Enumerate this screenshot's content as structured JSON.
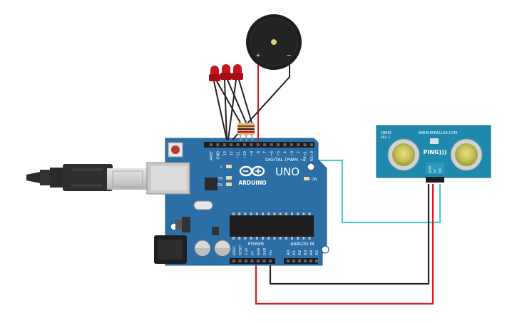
{
  "board": {
    "logo_text": "ARDUINO",
    "model": "UNO",
    "digital_header": "DIGITAL (PWM ~)",
    "power_header": "POWER",
    "analog_header": "ANALOG IN",
    "led_on": "ON",
    "led_l": "L",
    "led_tx": "TX",
    "led_rx": "RX",
    "digital_pins": [
      "AREF",
      "GND",
      "13",
      "12",
      "~11",
      "~10",
      "~9",
      "8",
      "7",
      "~6",
      "~5",
      "4",
      "~3",
      "2",
      "TX→1",
      "RX←0"
    ],
    "power_pins": [
      "IOREF",
      "RESET",
      "3.3V",
      "5V",
      "GND",
      "GND",
      "Vin"
    ],
    "analog_pins": [
      "A0",
      "A1",
      "A2",
      "A3",
      "A4",
      "A5"
    ]
  },
  "buzzer": {
    "plus_label": "+",
    "minus_label": "−"
  },
  "sensor": {
    "model_top": "28015",
    "revision": "REV C",
    "website": "WWW.PARALLAX.COM",
    "name": "PING)))",
    "pins": [
      "GND",
      "5V",
      "SIG"
    ]
  },
  "colors": {
    "board": "#2c6fa7",
    "board_edge": "#255f92",
    "sensor_board": "#1f89ad",
    "wire_red": "#d71920",
    "wire_black": "#222222",
    "wire_cyan": "#52c6d2",
    "led_red": "#c4161c"
  }
}
